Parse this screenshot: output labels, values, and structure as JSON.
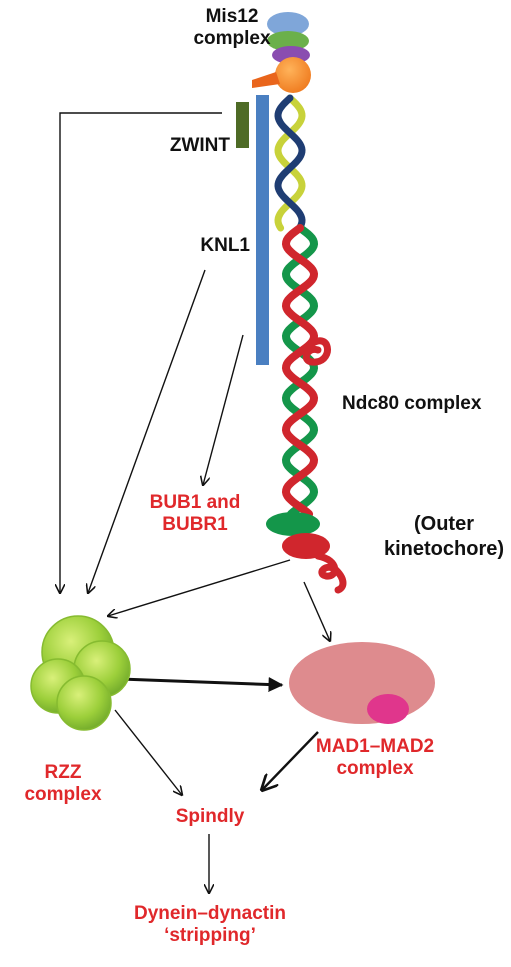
{
  "labels": {
    "mis12": [
      "Mis12",
      "complex"
    ],
    "zwint": "ZWINT",
    "knl1": "KNL1",
    "ndc80": "Ndc80 complex",
    "outer": [
      "(Outer",
      "kinetochore)"
    ],
    "bub": [
      "BUB1 and",
      "BUBR1"
    ],
    "rzz": [
      "RZZ",
      "complex"
    ],
    "mad": [
      "MAD1–MAD2",
      "complex"
    ],
    "spindly": "Spindly",
    "dynein": [
      "Dynein–dynactin",
      "‘stripping’"
    ]
  },
  "colors": {
    "label_black": "#111111",
    "label_red": "#e0282b",
    "knl1_bar": "#4a7fc1",
    "zwint_bar": "#4e6b26",
    "ndc80_red": "#d0262d",
    "ndc80_green": "#14964a",
    "ndc80_navy": "#1f3d73",
    "ndc80_yellow": "#c8d23a",
    "mis12_orange": "#f58a2a",
    "rzz_green": "#9ccf3a",
    "mad1_pink": "#de8b8e",
    "mad2_magenta": "#e0368c"
  }
}
